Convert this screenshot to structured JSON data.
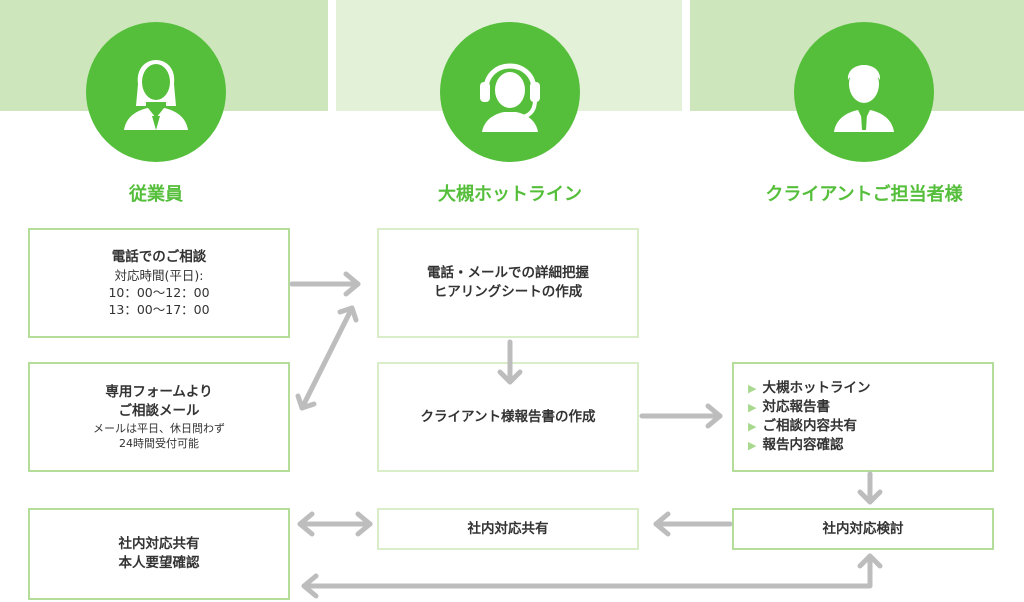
{
  "roles": [
    {
      "id": "employee",
      "title": "従業員",
      "icon": "female-user-icon"
    },
    {
      "id": "hotline",
      "title": "大槻ホットライン",
      "icon": "headset-operator-icon"
    },
    {
      "id": "client",
      "title": "クライアントご担当者様",
      "icon": "male-user-icon"
    }
  ],
  "colors": {
    "accent": "#55bf3b",
    "band_left": "#cde6bb",
    "band_center": "#e3f1d8",
    "band_right": "#cde6bb",
    "box_border_dark": "#b3dd99",
    "box_border_light": "#d9edc9",
    "arrow": "#bdbdbd"
  },
  "boxes": {
    "phone": {
      "title": "電話でのご相談",
      "hours_label": "対応時間(平日):",
      "hours_1": "10：00〜12：00",
      "hours_2": "13：00〜17：00"
    },
    "form": {
      "title_1": "専用フォームより",
      "title_2": "ご相談メール",
      "note_1": "メールは平日、休日問わず",
      "note_2": "24時間受付可能"
    },
    "share_employee": {
      "line_1": "社内対応共有",
      "line_2": "本人要望確認"
    },
    "hearing": {
      "line_1": "電話・メールでの詳細把握",
      "line_2": "ヒアリングシートの作成"
    },
    "report": {
      "text": "クライアント様報告書の作成"
    },
    "share_hotline": {
      "text": "社内対応共有"
    },
    "client_list": {
      "items": [
        "大槻ホットライン",
        "対応報告書",
        "ご相談内容共有",
        "報告内容確認"
      ],
      "bullet": "▶"
    },
    "client_review": {
      "text": "社内対応検討"
    }
  }
}
